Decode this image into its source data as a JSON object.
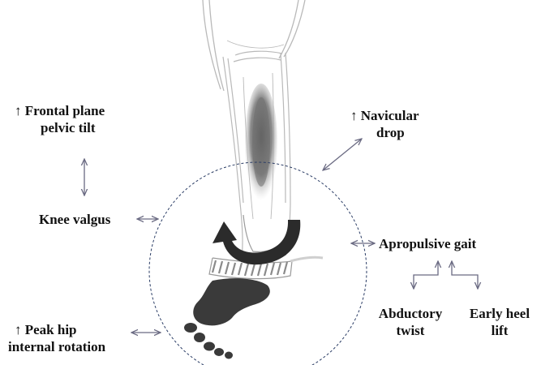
{
  "labels": {
    "frontal_plane_pelvic_tilt": {
      "line1": "↑ Frontal plane",
      "line2": "pelvic tilt"
    },
    "navicular_drop": {
      "line1": "↑ Navicular",
      "line2": "drop"
    },
    "knee_valgus": "Knee valgus",
    "apropulsive_gait": "Apropulsive gait",
    "abductory_twist": {
      "line1": "Abductory",
      "line2": "twist"
    },
    "early_heel_lift": {
      "line1": "Early heel",
      "line2": "lift"
    },
    "peak_hip_internal_rotation": {
      "line1": "↑ Peak hip",
      "line2": "internal rotation"
    }
  },
  "colors": {
    "text": "#111111",
    "arrows": "#6a6a82",
    "circle": "#2c3e66",
    "rotation_arrow": "#2b2b2b",
    "foot": "#3a3a3a",
    "leg_outline": "#b9b9b9"
  }
}
